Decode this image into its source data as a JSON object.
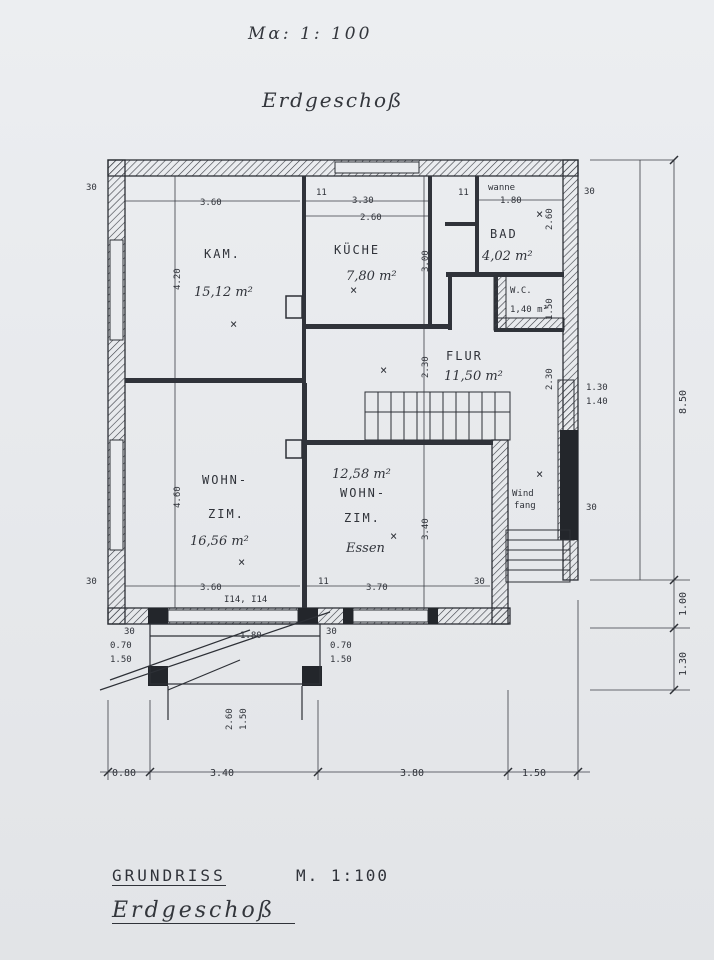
{
  "header": {
    "scale_note": "Mα: 1: 100",
    "title": "Erdgeschoß"
  },
  "rooms": {
    "kam": {
      "name": "KAM.",
      "area": "15,12 m²"
    },
    "kueche": {
      "name": "KÜCHE",
      "area": "7,80 m²"
    },
    "bad": {
      "name": "BAD",
      "area": "4,02 m²",
      "wanne": "wanne"
    },
    "wc": {
      "name": "W.C.",
      "area": "1,40 m²"
    },
    "flur": {
      "name": "FLUR",
      "area": "11,50 m²"
    },
    "wohnzim": {
      "name_1": "WOHN-",
      "name_2": "ZIM.",
      "area": "16,56 m²"
    },
    "wohnzim_essen": {
      "area": "12,58 m²",
      "name_1": "WOHN-",
      "name_2": "ZIM.",
      "name_3": "Essen"
    },
    "windfang": {
      "name_1": "Wind",
      "name_2": "fang"
    }
  },
  "dimensions": {
    "d_3_60_top": "3.60",
    "d_3_30": "3.30",
    "d_2_60": "2.60",
    "d_1_80": "1.80",
    "d_4_20": "4.20",
    "d_3_00": "3.00",
    "d_2_30": "2.30",
    "d_4_60": "4.60",
    "d_3_40": "3.40",
    "d_3_60_bottom": "3.60",
    "d_3_70": "3.70",
    "d_1_30_right": "1.30",
    "d_1_40": "1.40",
    "d_2_30b": "2.30",
    "d_2_60b": "2.60",
    "d_1_50": "1.50",
    "d_0_70_l": "0.70",
    "d_1_50_l": "1.50",
    "d_0_70_r": "0.70",
    "d_1_50_r": "1.50",
    "d_2_60_stair": "2.60",
    "d_1_50_stair": "1.50",
    "d_30": "30",
    "d_11": "11",
    "d_8_50": "8.50",
    "d_1_00": "1.00",
    "d_1_30": "1.30",
    "d_1_80_terrace": "1.80",
    "window_i14": "I14, I14"
  },
  "bottom_chain": {
    "a": "0.80",
    "b": "3.40",
    "c": "3.80",
    "d": "1.50"
  },
  "footer": {
    "heading": "GRUNDRISS",
    "scale": "M. 1:100",
    "subtitle": "Erdgeschoß"
  }
}
